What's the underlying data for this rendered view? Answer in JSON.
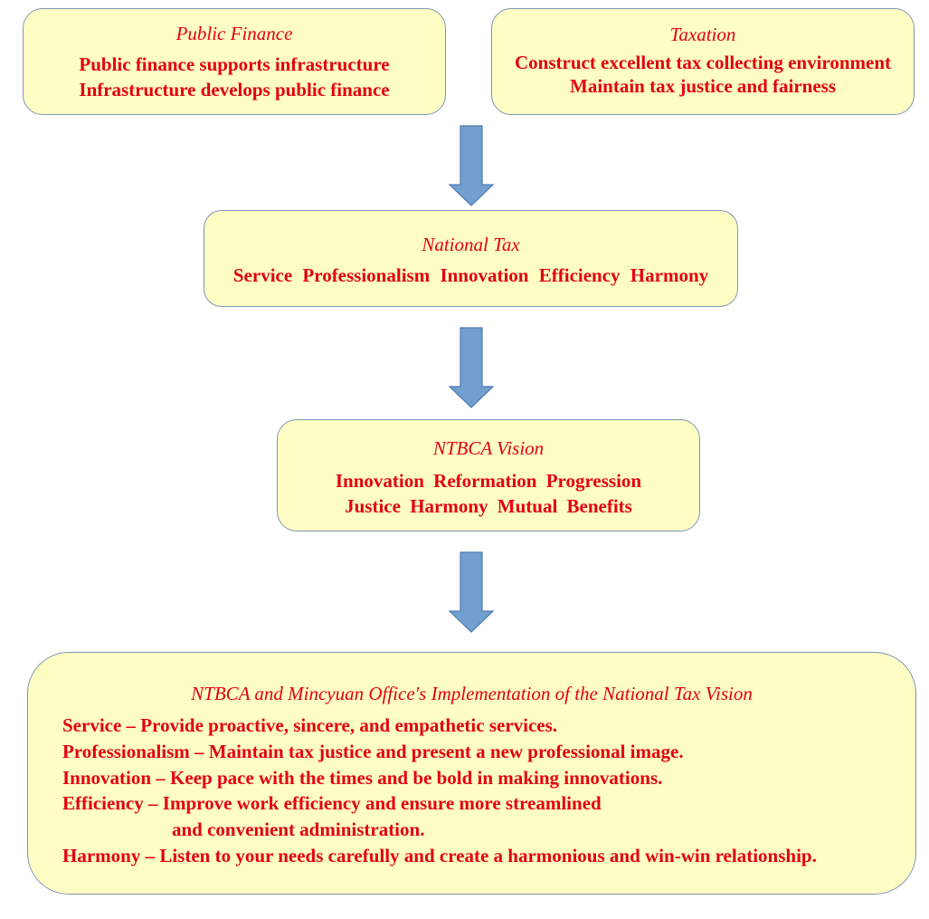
{
  "public_finance": {
    "title": "Public Finance",
    "lines": [
      "Public finance supports infrastructure",
      "Infrastructure develops public finance"
    ]
  },
  "taxation": {
    "title": "Taxation",
    "lines": [
      "Construct excellent tax collecting environment",
      "Maintain tax justice and fairness"
    ]
  },
  "national_tax": {
    "title": "National Tax",
    "values": "Service  Professionalism  Innovation  Efficiency  Harmony"
  },
  "ntbca_vision": {
    "title": "NTBCA Vision",
    "lines": [
      "Innovation  Reformation  Progression",
      "Justice  Harmony  Mutual Benefits"
    ]
  },
  "implementation": {
    "title": "NTBCA and Mincyuan Office's Implementation of the National Tax Vision",
    "lines": [
      "Service – Provide proactive, sincere, and empathetic services.",
      "Professionalism – Maintain tax justice and present a new professional image.",
      "Innovation – Keep pace with the times and be bold in making innovations.",
      "Efficiency – Improve work efficiency and ensure more streamlined",
      "and convenient administration.",
      "Harmony – Listen to your needs carefully and create a harmonious and win-win relationship."
    ]
  },
  "colors": {
    "box_fill": "#fdfdc4",
    "box_border": "#7f96b3",
    "text": "#e3000f",
    "arrow_fill": "#729fcf",
    "arrow_stroke": "#4f7ab0"
  }
}
